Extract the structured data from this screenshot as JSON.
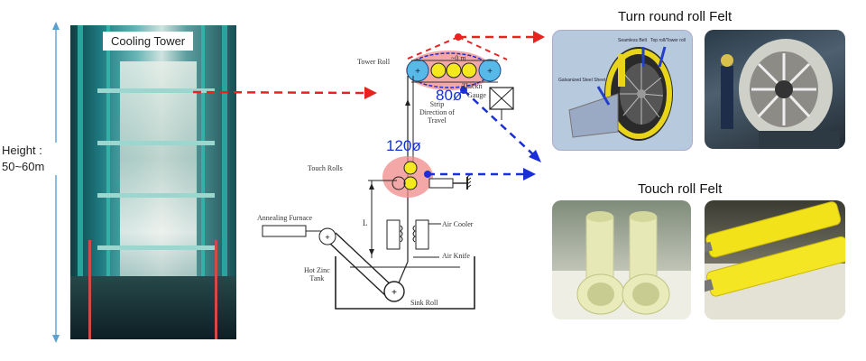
{
  "height_label": "Height :\n50~60m",
  "cooling_tower_label": "Cooling Tower",
  "turn_title": "Turn round roll Felt",
  "touch_title": "Touch roll Felt",
  "diagram": {
    "tower_roll": "Tower Roll",
    "touch_rolls": "Touch Rolls",
    "annealing_furnace": "Annealing Furnace",
    "air_cooler": "Air Cooler",
    "air_knife": "Air Knife",
    "hot_zinc_tank": "Hot Zinc\nTank",
    "sink_roll": "Sink Roll",
    "strip_direction": "Strip\nDirection of\nTravel",
    "l_label": "L",
    "size_800": "80ø",
    "size_120": "120ø",
    "partial_m": "~0 m",
    "partial_thickness": "Thickn",
    "partial_gauge": "Gauge"
  },
  "turn_illustration": {
    "seamless_belt": "Seamless Belt",
    "top_roll": "Top roll/Tower roll",
    "galvanized_steel": "Galvanized Steel Sheet"
  },
  "colors": {
    "red_arrow": "#e8231f",
    "blue_arrow": "#1a2fd8",
    "roll_highlight": "#f08a8a",
    "roll_yellow": "#f4e81e",
    "roll_teal": "#58b8e8"
  }
}
